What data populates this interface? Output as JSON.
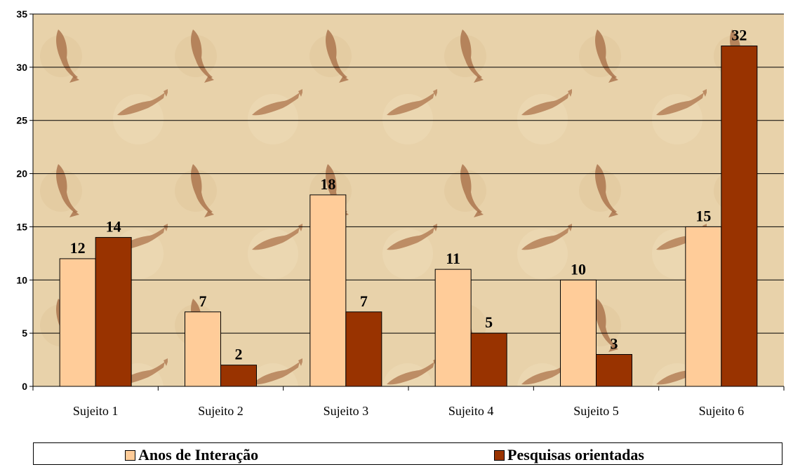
{
  "chart_data": {
    "type": "bar",
    "title": "",
    "xlabel": "",
    "ylabel": "",
    "categories": [
      "Sujeito 1",
      "Sujeito 2",
      "Sujeito 3",
      "Sujeito 4",
      "Sujeito 5",
      "Sujeito 6"
    ],
    "series": [
      {
        "name": "Anos de Interação",
        "values": [
          12,
          7,
          18,
          11,
          10,
          15
        ],
        "color": "#FFCC99"
      },
      {
        "name": "Pesquisas orientadas",
        "values": [
          14,
          2,
          7,
          5,
          3,
          32
        ],
        "color": "#993300"
      }
    ],
    "ylim": [
      0,
      35
    ],
    "yticks": [
      0,
      5,
      10,
      15,
      20,
      25,
      30,
      35
    ],
    "grid": true,
    "data_labels": true,
    "legend_position": "bottom",
    "background": "fossil-fish texture",
    "plot_background_color": "#E6CFA6"
  }
}
